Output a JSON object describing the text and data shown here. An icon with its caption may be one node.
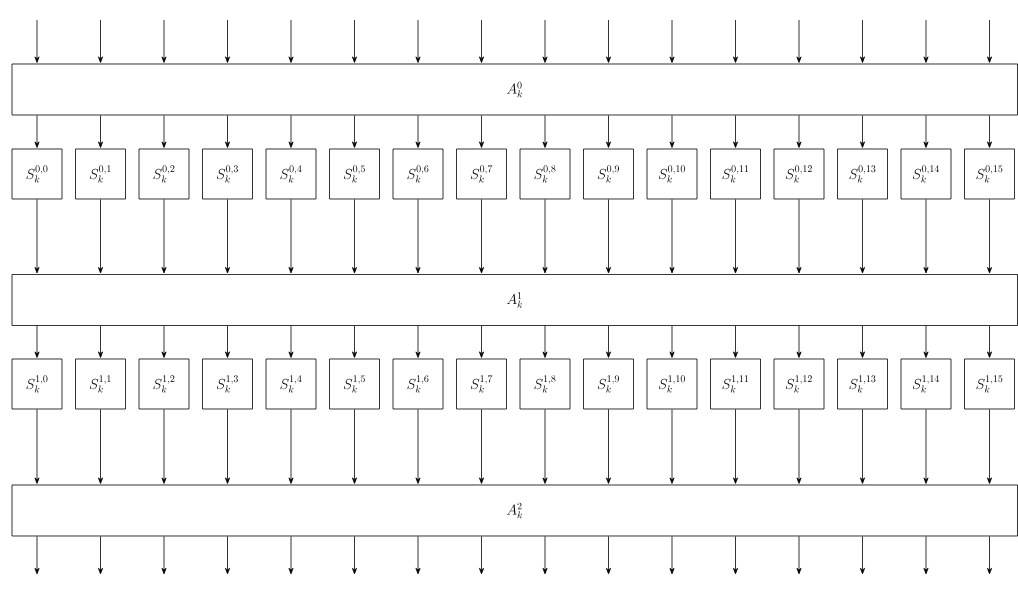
{
  "diagram": {
    "nodes": [
      {
        "text": [
          "A_k^{0}"
        ]
      },
      {
        "text": [
          "S_k^{0,0}"
        ]
      },
      {
        "text": [
          "S_k^{0,1}"
        ]
      },
      {
        "text": [
          "S_k^{0,2}"
        ]
      },
      {
        "text": [
          "S_k^{0,3}"
        ]
      },
      {
        "text": [
          "S_k^{0,4}"
        ]
      },
      {
        "text": [
          "S_k^{0,5}"
        ]
      },
      {
        "text": [
          "S_k^{0,6}"
        ]
      },
      {
        "text": [
          "S_k^{0,7}"
        ]
      },
      {
        "text": [
          "S_k^{0,8}"
        ]
      },
      {
        "text": [
          "S_k^{0,9}"
        ]
      },
      {
        "text": [
          "S_k^{0,10}"
        ]
      },
      {
        "text": [
          "S_k^{0,11}"
        ]
      },
      {
        "text": [
          "S_k^{0,12}"
        ]
      },
      {
        "text": [
          "S_k^{0,13}"
        ]
      },
      {
        "text": [
          "S_k^{0,14}"
        ]
      },
      {
        "text": [
          "S_k^{0,15}"
        ]
      },
      {
        "text": [
          "A_k^{1}"
        ]
      },
      {
        "text": [
          "S_k^{1,0}"
        ]
      },
      {
        "text": [
          "S_k^{1,1}"
        ]
      },
      {
        "text": [
          "S_k^{1,2}"
        ]
      },
      {
        "text": [
          "S_k^{1,3}"
        ]
      },
      {
        "text": [
          "S_k^{1,4}"
        ]
      },
      {
        "text": [
          "S_k^{1,5}"
        ]
      },
      {
        "text": [
          "S_k^{1,6}"
        ]
      },
      {
        "text": [
          "S_k^{1,7}"
        ]
      },
      {
        "text": [
          "S_k^{1,8}"
        ]
      },
      {
        "text": [
          "S_k^{1,9}"
        ]
      },
      {
        "text": [
          "S_k^{1,10}"
        ]
      },
      {
        "text": [
          "S_k^{1,11}"
        ]
      },
      {
        "text": [
          "S_k^{1,12}"
        ]
      },
      {
        "text": [
          "S_k^{1,13}"
        ]
      },
      {
        "text": [
          "S_k^{1,14}"
        ]
      },
      {
        "text": [
          "S_k^{1,15}"
        ]
      },
      {
        "text": [
          "A_k^{2}"
        ]
      }
    ],
    "edges": [
      {
        "from": null,
        "to": 0,
        "arrow": "to"
      },
      {
        "from": null,
        "to": 0,
        "arrow": "to"
      },
      {
        "from": null,
        "to": 0,
        "arrow": "to"
      },
      {
        "from": null,
        "to": 0,
        "arrow": "to"
      },
      {
        "from": null,
        "to": 0,
        "arrow": "to"
      },
      {
        "from": null,
        "to": 0,
        "arrow": "to"
      },
      {
        "from": null,
        "to": 0,
        "arrow": "to"
      },
      {
        "from": null,
        "to": 0,
        "arrow": "to"
      },
      {
        "from": null,
        "to": 0,
        "arrow": "to"
      },
      {
        "from": null,
        "to": 0,
        "arrow": "to"
      },
      {
        "from": null,
        "to": 0,
        "arrow": "to"
      },
      {
        "from": null,
        "to": 0,
        "arrow": "to"
      },
      {
        "from": null,
        "to": 0,
        "arrow": "to"
      },
      {
        "from": null,
        "to": 0,
        "arrow": "to"
      },
      {
        "from": null,
        "to": 0,
        "arrow": "to"
      },
      {
        "from": null,
        "to": 0,
        "arrow": "to"
      },
      {
        "from": 0,
        "to": 1,
        "arrow": "to"
      },
      {
        "from": 0,
        "to": 2,
        "arrow": "to"
      },
      {
        "from": 0,
        "to": 3,
        "arrow": "to"
      },
      {
        "from": 0,
        "to": 4,
        "arrow": "to"
      },
      {
        "from": 0,
        "to": 5,
        "arrow": "to"
      },
      {
        "from": 0,
        "to": 6,
        "arrow": "to"
      },
      {
        "from": 0,
        "to": 7,
        "arrow": "to"
      },
      {
        "from": 0,
        "to": 8,
        "arrow": "to"
      },
      {
        "from": 0,
        "to": 9,
        "arrow": "to"
      },
      {
        "from": 0,
        "to": 10,
        "arrow": "to"
      },
      {
        "from": 0,
        "to": 11,
        "arrow": "to"
      },
      {
        "from": 0,
        "to": 12,
        "arrow": "to"
      },
      {
        "from": 0,
        "to": 13,
        "arrow": "to"
      },
      {
        "from": 0,
        "to": 14,
        "arrow": "to"
      },
      {
        "from": 0,
        "to": 15,
        "arrow": "to"
      },
      {
        "from": 0,
        "to": 16,
        "arrow": "to"
      },
      {
        "from": 1,
        "to": 17,
        "arrow": "to"
      },
      {
        "from": 2,
        "to": 17,
        "arrow": "to"
      },
      {
        "from": 3,
        "to": 17,
        "arrow": "to"
      },
      {
        "from": 4,
        "to": 17,
        "arrow": "to"
      },
      {
        "from": 5,
        "to": 17,
        "arrow": "to"
      },
      {
        "from": 6,
        "to": 17,
        "arrow": "to"
      },
      {
        "from": 7,
        "to": 17,
        "arrow": "to"
      },
      {
        "from": 8,
        "to": 17,
        "arrow": "to"
      },
      {
        "from": 9,
        "to": 17,
        "arrow": "to"
      },
      {
        "from": 10,
        "to": 17,
        "arrow": "to"
      },
      {
        "from": 11,
        "to": 17,
        "arrow": "to"
      },
      {
        "from": 12,
        "to": 17,
        "arrow": "to"
      },
      {
        "from": 13,
        "to": 17,
        "arrow": "to"
      },
      {
        "from": 14,
        "to": 17,
        "arrow": "to"
      },
      {
        "from": 15,
        "to": 17,
        "arrow": "to"
      },
      {
        "from": 16,
        "to": 17,
        "arrow": "to"
      },
      {
        "from": 17,
        "to": 18,
        "arrow": "to"
      },
      {
        "from": 17,
        "to": 19,
        "arrow": "to"
      },
      {
        "from": 17,
        "to": 20,
        "arrow": "to"
      },
      {
        "from": 17,
        "to": 21,
        "arrow": "to"
      },
      {
        "from": 17,
        "to": 22,
        "arrow": "to"
      },
      {
        "from": 17,
        "to": 23,
        "arrow": "to"
      },
      {
        "from": 17,
        "to": 24,
        "arrow": "to"
      },
      {
        "from": 17,
        "to": 25,
        "arrow": "to"
      },
      {
        "from": 17,
        "to": 26,
        "arrow": "to"
      },
      {
        "from": 17,
        "to": 27,
        "arrow": "to"
      },
      {
        "from": 17,
        "to": 28,
        "arrow": "to"
      },
      {
        "from": 17,
        "to": 29,
        "arrow": "to"
      },
      {
        "from": 17,
        "to": 30,
        "arrow": "to"
      },
      {
        "from": 17,
        "to": 31,
        "arrow": "to"
      },
      {
        "from": 17,
        "to": 32,
        "arrow": "to"
      },
      {
        "from": 17,
        "to": 33,
        "arrow": "to"
      },
      {
        "from": 18,
        "to": 34,
        "arrow": "to"
      },
      {
        "from": 19,
        "to": 34,
        "arrow": "to"
      },
      {
        "from": 20,
        "to": 34,
        "arrow": "to"
      },
      {
        "from": 21,
        "to": 34,
        "arrow": "to"
      },
      {
        "from": 22,
        "to": 34,
        "arrow": "to"
      },
      {
        "from": 23,
        "to": 34,
        "arrow": "to"
      },
      {
        "from": 24,
        "to": 34,
        "arrow": "to"
      },
      {
        "from": 25,
        "to": 34,
        "arrow": "to"
      },
      {
        "from": 26,
        "to": 34,
        "arrow": "to"
      },
      {
        "from": 27,
        "to": 34,
        "arrow": "to"
      },
      {
        "from": 28,
        "to": 34,
        "arrow": "to"
      },
      {
        "from": 29,
        "to": 34,
        "arrow": "to"
      },
      {
        "from": 30,
        "to": 34,
        "arrow": "to"
      },
      {
        "from": 31,
        "to": 34,
        "arrow": "to"
      },
      {
        "from": 32,
        "to": 34,
        "arrow": "to"
      },
      {
        "from": 33,
        "to": 34,
        "arrow": "to"
      },
      {
        "from": 34,
        "to": null,
        "arrow": "to"
      },
      {
        "from": 34,
        "to": null,
        "arrow": "to"
      },
      {
        "from": 34,
        "to": null,
        "arrow": "to"
      },
      {
        "from": 34,
        "to": null,
        "arrow": "to"
      },
      {
        "from": 34,
        "to": null,
        "arrow": "to"
      },
      {
        "from": 34,
        "to": null,
        "arrow": "to"
      },
      {
        "from": 34,
        "to": null,
        "arrow": "to"
      },
      {
        "from": 34,
        "to": null,
        "arrow": "to"
      },
      {
        "from": 34,
        "to": null,
        "arrow": "to"
      },
      {
        "from": 34,
        "to": null,
        "arrow": "to"
      },
      {
        "from": 34,
        "to": null,
        "arrow": "to"
      },
      {
        "from": 34,
        "to": null,
        "arrow": "to"
      },
      {
        "from": 34,
        "to": null,
        "arrow": "to"
      },
      {
        "from": 34,
        "to": null,
        "arrow": "to"
      },
      {
        "from": 34,
        "to": null,
        "arrow": "to"
      },
      {
        "from": 34,
        "to": null,
        "arrow": "to"
      }
    ]
  }
}
